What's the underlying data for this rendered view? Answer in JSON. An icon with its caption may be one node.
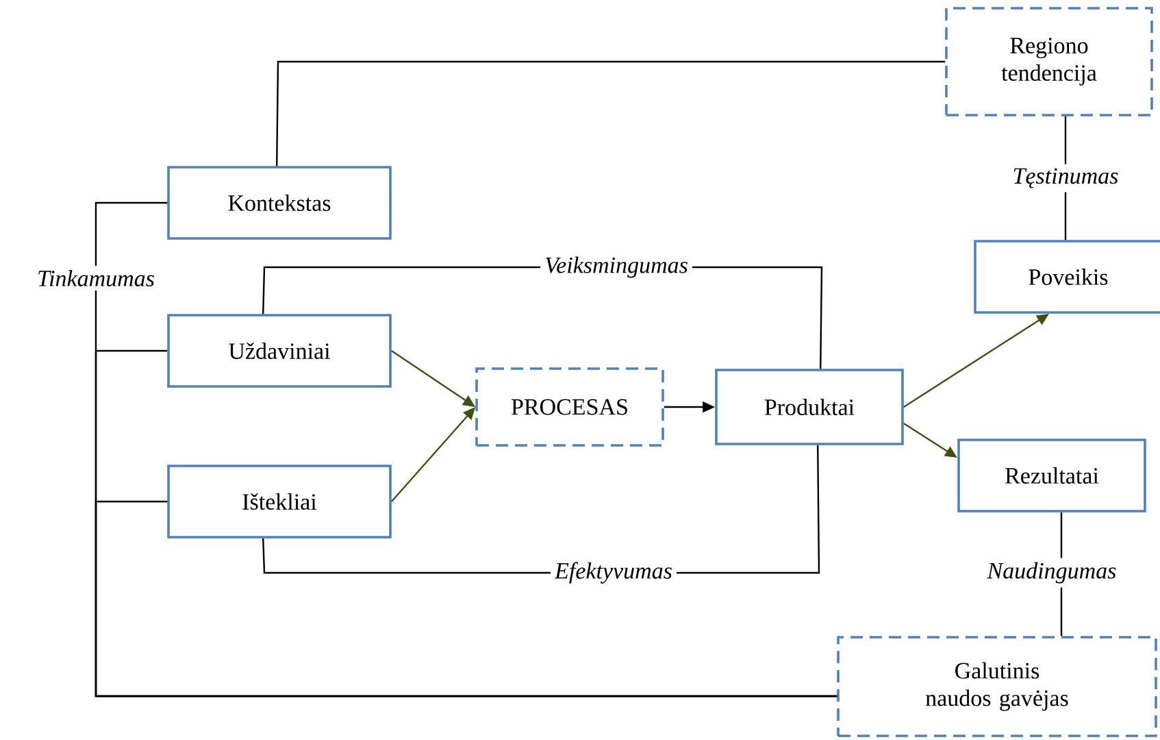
{
  "diagram": {
    "nodes": [
      {
        "text": [
          "Regiono tendencija"
        ]
      },
      {
        "text": [
          "Kontekstas"
        ]
      },
      {
        "text": [
          "Uždaviniai"
        ]
      },
      {
        "text": [
          "Ištekliai"
        ]
      },
      {
        "text": [
          "PROCESAS"
        ]
      },
      {
        "text": [
          "Produktai"
        ]
      },
      {
        "text": [
          "Poveikis"
        ]
      },
      {
        "text": [
          "Rezultatai"
        ]
      },
      {
        "text": [
          "Galutinis naudos gavėjas"
        ]
      }
    ],
    "edges": [
      {
        "from": 1,
        "to": 0,
        "arrow": "none"
      },
      {
        "from": 1,
        "to": 8,
        "arrow": "none",
        "label": "Tinkamumas"
      },
      {
        "from": 2,
        "to": 8,
        "arrow": "none"
      },
      {
        "from": 3,
        "to": 8,
        "arrow": "none"
      },
      {
        "from": 2,
        "to": 4,
        "arrow": "to",
        "color": "#3f5211"
      },
      {
        "from": 3,
        "to": 4,
        "arrow": "to",
        "color": "#3f5211"
      },
      {
        "from": 4,
        "to": 5,
        "arrow": "to"
      },
      {
        "from": 5,
        "to": 6,
        "arrow": "to",
        "color": "#3f5211"
      },
      {
        "from": 5,
        "to": 7,
        "arrow": "to",
        "color": "#3f5211"
      },
      {
        "from": 2,
        "to": 5,
        "arrow": "none",
        "label": "Veiksmingumas"
      },
      {
        "from": 3,
        "to": 5,
        "arrow": "none",
        "label": "Efektyvumas"
      },
      {
        "from": 6,
        "to": 0,
        "arrow": "none",
        "label": "Tęstinumas"
      },
      {
        "from": 7,
        "to": 8,
        "arrow": "none",
        "label": "Naudingumas"
      }
    ]
  }
}
